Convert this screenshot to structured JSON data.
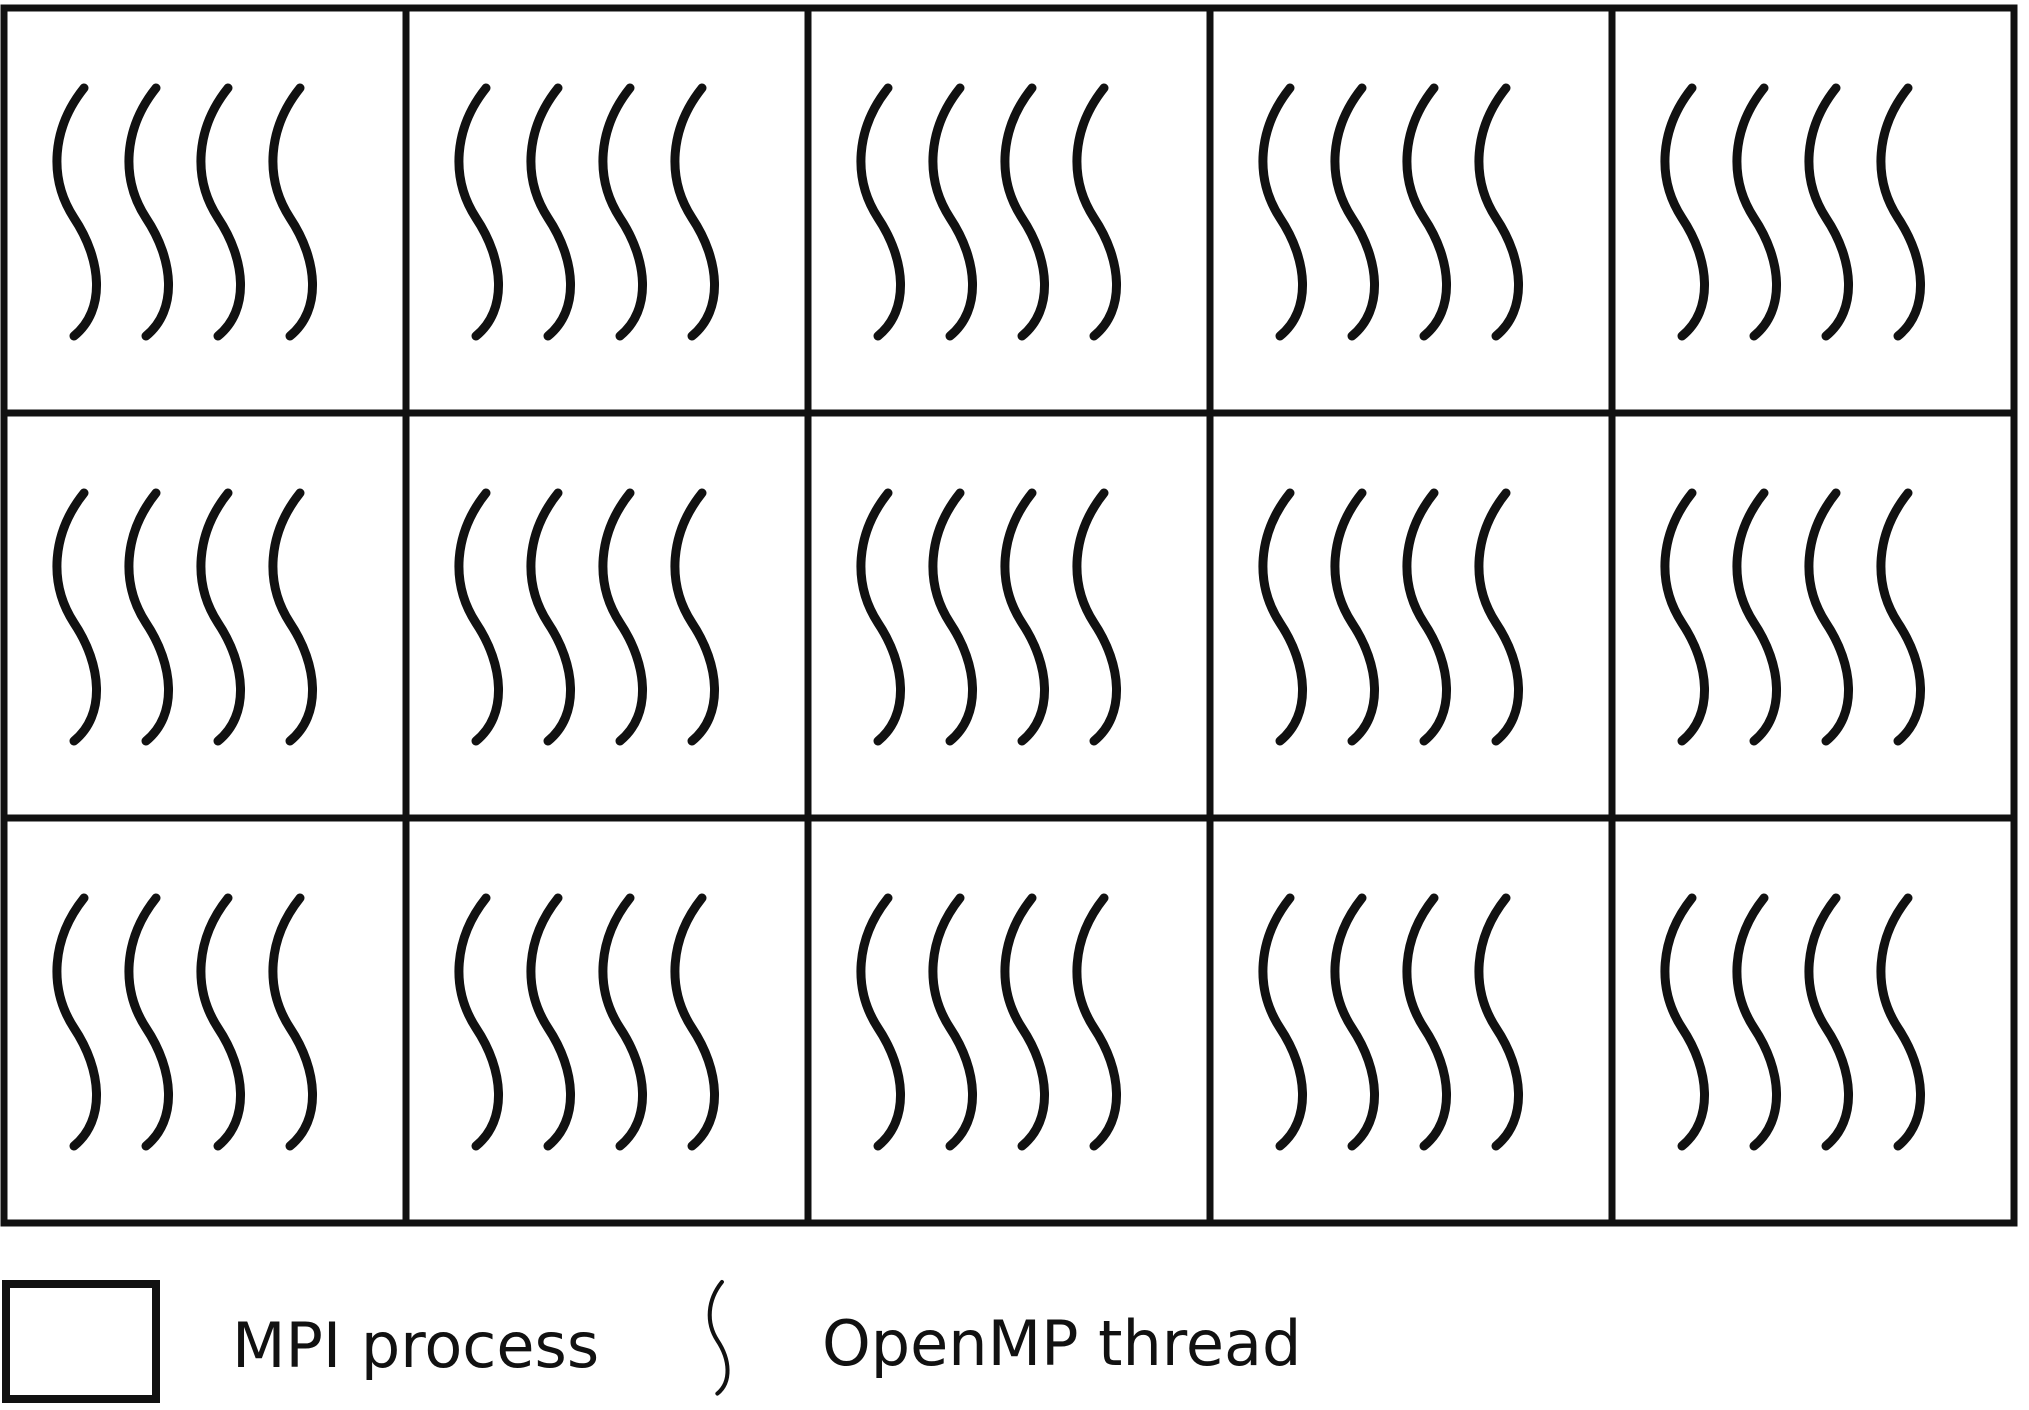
{
  "diagram": {
    "rows": 3,
    "columns": 5,
    "threads_per_process": 4,
    "colors": {
      "line": "#111111",
      "background": "#ffffff"
    }
  },
  "legend": {
    "process_label": "MPI process",
    "thread_label": "OpenMP thread"
  }
}
